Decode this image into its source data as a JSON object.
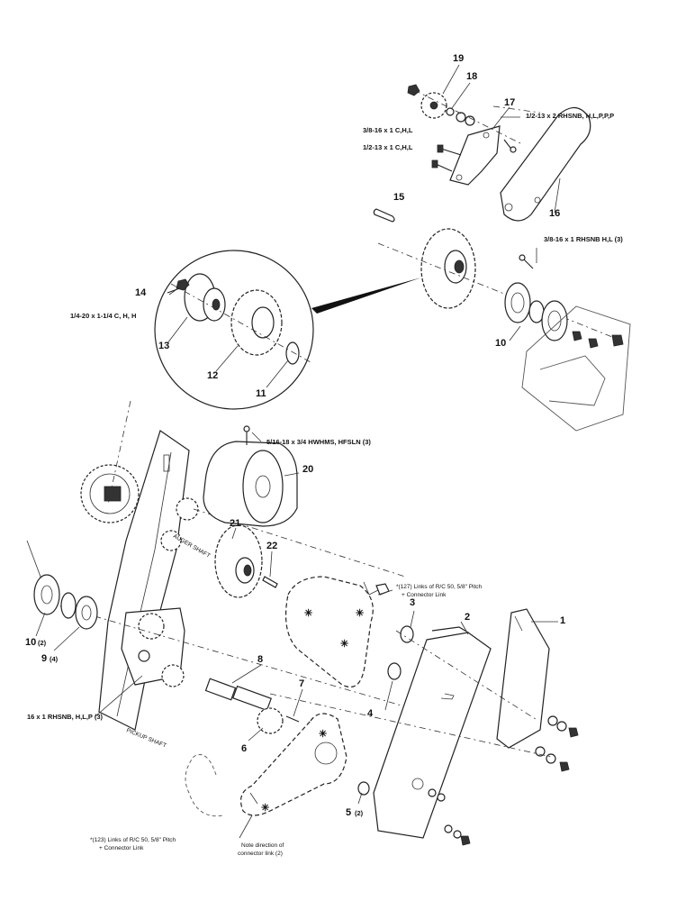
{
  "callouts": {
    "c1": "1",
    "c2": "2",
    "c3": "3",
    "c4": "4",
    "c5": "5",
    "c5_qty": "(2)",
    "c6": "6",
    "c7": "7",
    "c8": "8",
    "c9": "9",
    "c9_qty": "(4)",
    "c10_top": "10",
    "c10_bottom": "10",
    "c10_qty": "(2)",
    "c11": "11",
    "c12": "12",
    "c13": "13",
    "c14": "14",
    "c15": "15",
    "c16": "16",
    "c17": "17",
    "c18": "18",
    "c19": "19",
    "c20": "20",
    "c21": "21",
    "c22": "22"
  },
  "hardware": {
    "bolt_38_1": "3/8-16 x 1 C,H,L",
    "bolt_12_1": "1/2-13 x 1 C,H,L",
    "bolt_12_2": "1/2-13 x 2 RHSNB, H,L,P,P,P",
    "bolt_38_rhsnb": "3/8-16 x 1 RHSNB H,L (3)",
    "bolt_14_20": "1/4-20 x 1-1/4 C, H, H",
    "bolt_516": "5/16-18 x 3/4 HWHMS, HFSLN (3)",
    "bolt_16_rhsnb": "16 x 1 RHSNB, H,L,P (3)"
  },
  "notes": {
    "links_127_line1": "*(127) Links of R/C 50, 5/8\" Pitch",
    "links_127_line2": "+ Connector Link",
    "links_123_line1": "*(123) Links of R/C 50, 5/8\" Pitch",
    "links_123_line2": "+ Connector Link",
    "connector_line1": "Note direction of",
    "connector_line2": "connector link (2)",
    "auger_shaft": "AUGER SHAFT",
    "pickup_shaft": "PICKUP SHAFT"
  }
}
